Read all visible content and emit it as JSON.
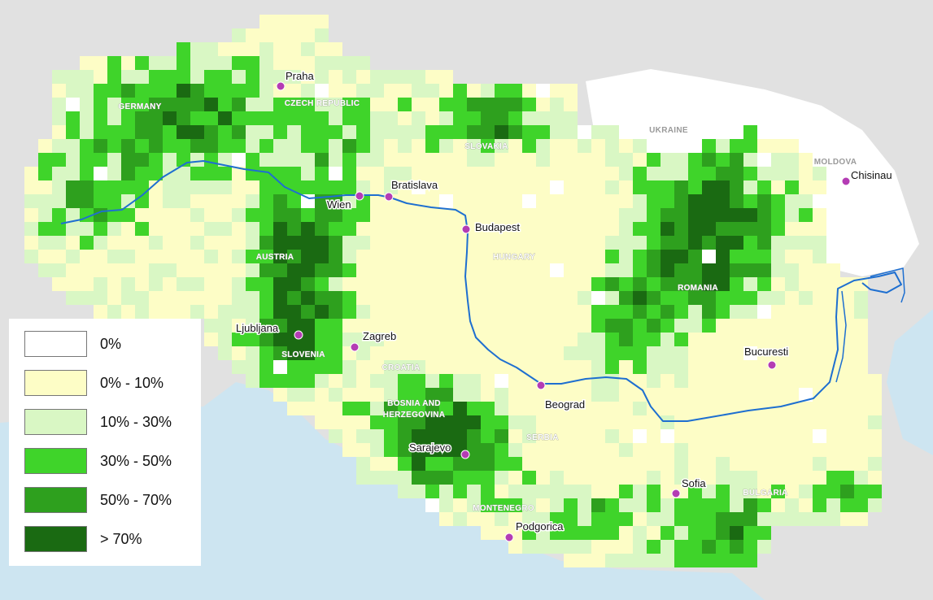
{
  "countries": [
    {
      "name": "GERMANY"
    },
    {
      "name": "CZECH REPUBLIC"
    },
    {
      "name": "SLOVAKIA"
    },
    {
      "name": "UKRAINE"
    },
    {
      "name": "MOLDOVA"
    },
    {
      "name": "AUSTRIA"
    },
    {
      "name": "HUNGARY"
    },
    {
      "name": "ROMANIA"
    },
    {
      "name": "SLOVENIA"
    },
    {
      "name": "CROATIA"
    },
    {
      "name": "BOSNIA AND"
    },
    {
      "name": "HERZEGOVINA"
    },
    {
      "name": "SERBIA"
    },
    {
      "name": "MONTENEGRO"
    },
    {
      "name": "BULGARIA"
    }
  ],
  "cities": [
    {
      "name": "Praha"
    },
    {
      "name": "Bratislava"
    },
    {
      "name": "Wien"
    },
    {
      "name": "Budapest"
    },
    {
      "name": "Chisinau"
    },
    {
      "name": "Ljubljana"
    },
    {
      "name": "Zagreb"
    },
    {
      "name": "Bucuresti"
    },
    {
      "name": "Beograd"
    },
    {
      "name": "Sarajevo"
    },
    {
      "name": "Sofia"
    },
    {
      "name": "Podgorica"
    }
  ],
  "legend": {
    "items": [
      {
        "label": "0%",
        "color": "#ffffff"
      },
      {
        "label": "0% - 10%",
        "color": "#fdfdc6"
      },
      {
        "label": "10% - 30%",
        "color": "#d9f7c4"
      },
      {
        "label": "30% - 50%",
        "color": "#3fd42a"
      },
      {
        "label": "50% - 70%",
        "color": "#2ea01e"
      },
      {
        "label": "> 70%",
        "color": "#1a6a12"
      }
    ]
  },
  "colors": {
    "sea": "#cde5f1",
    "land": "#e1e1e1",
    "river": "#1e6fd0",
    "city": "#b43cb4"
  }
}
